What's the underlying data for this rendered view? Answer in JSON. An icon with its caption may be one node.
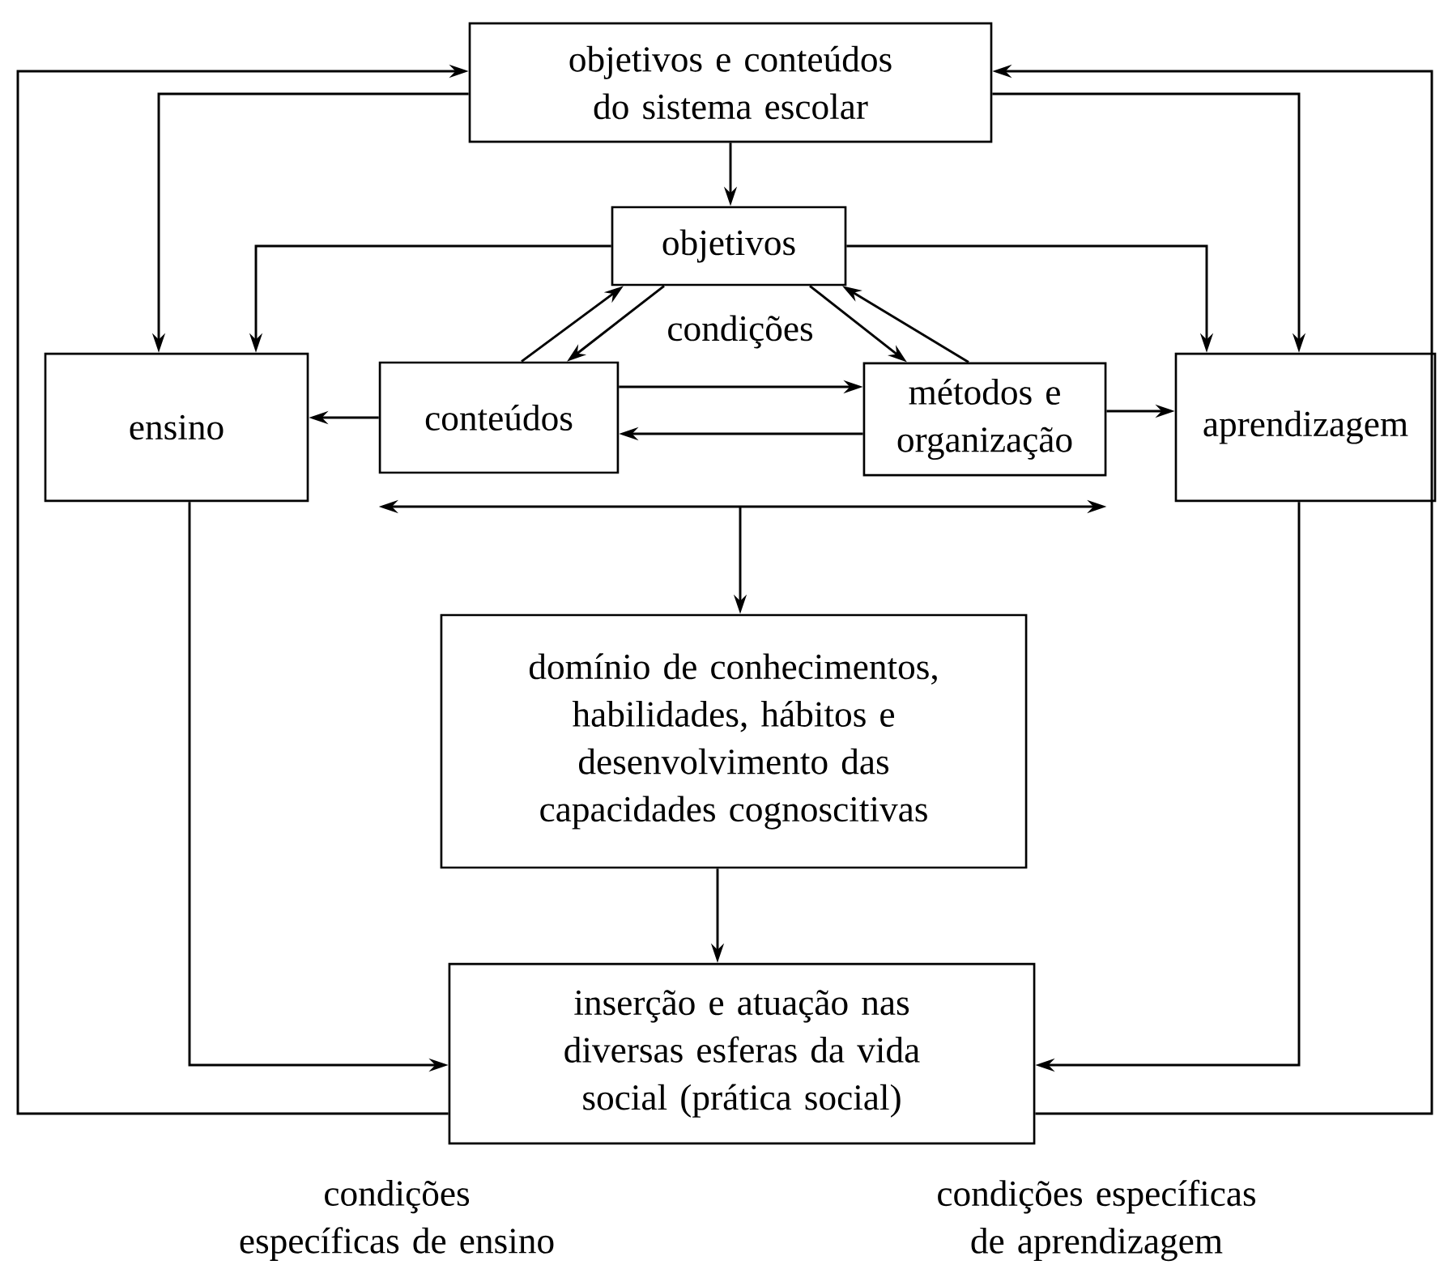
{
  "diagram": {
    "nodes": [
      {
        "text": [
          "objetivos e conteúdos do sistema escolar"
        ]
      },
      {
        "text": [
          "objetivos"
        ]
      },
      {
        "text": [
          "ensino"
        ]
      },
      {
        "text": [
          "conteúdos"
        ]
      },
      {
        "text": [
          "métodos e organização"
        ]
      },
      {
        "text": [
          "aprendizagem"
        ]
      },
      {
        "text": [
          "domínio de conhecimentos, habilidades, hábitos e desenvolvimento das capacidades cognoscitivas"
        ]
      },
      {
        "text": [
          "inserção e atuação nas diversas esferas da vida social (prática social)"
        ]
      }
    ],
    "edges": [
      {
        "from": 7,
        "to": 0,
        "arrow": "to"
      },
      {
        "from": 7,
        "to": 0,
        "arrow": "to"
      },
      {
        "from": 0,
        "to": 2,
        "arrow": "to"
      },
      {
        "from": 0,
        "to": 5,
        "arrow": "to"
      },
      {
        "from": 0,
        "to": 1,
        "arrow": "to"
      },
      {
        "from": 1,
        "to": 2,
        "arrow": "to"
      },
      {
        "from": 1,
        "to": 5,
        "arrow": "to"
      },
      {
        "from": 3,
        "to": 1,
        "arrow": "to"
      },
      {
        "from": 1,
        "to": 3,
        "arrow": "to"
      },
      {
        "from": 4,
        "to": 1,
        "arrow": "to"
      },
      {
        "from": 1,
        "to": 4,
        "arrow": "to"
      },
      {
        "from": 3,
        "to": 2,
        "arrow": "to"
      },
      {
        "from": 3,
        "to": 4,
        "arrow": "to"
      },
      {
        "from": 4,
        "to": 3,
        "arrow": "to"
      },
      {
        "from": 4,
        "to": 5,
        "arrow": "to"
      },
      {
        "from": 3,
        "to": 4,
        "arrow": "both"
      },
      {
        "from": null,
        "to": 6,
        "arrow": "to"
      },
      {
        "from": 6,
        "to": 7,
        "arrow": "to"
      },
      {
        "from": 2,
        "to": 7,
        "arrow": "to"
      },
      {
        "from": 5,
        "to": 7,
        "arrow": "to"
      }
    ],
    "labels": [
      "condições",
      "condições específicas de ensino",
      "condições específicas de aprendizagem"
    ]
  }
}
